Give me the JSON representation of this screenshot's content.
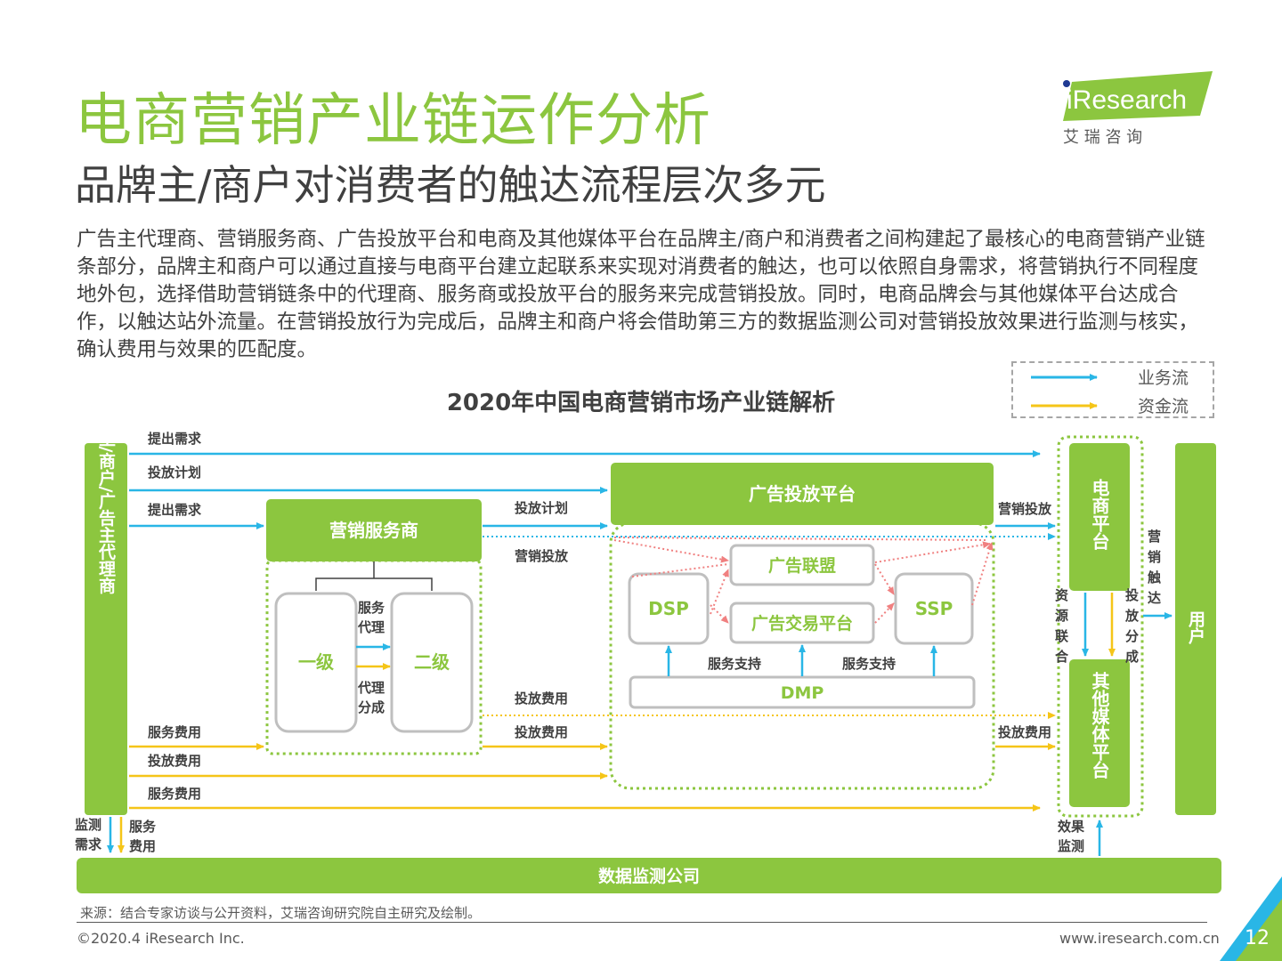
{
  "header": {
    "title": "电商营销产业链运作分析",
    "subtitle": "品牌主/商户对消费者的触达流程层次多元",
    "body": "广告主代理商、营销服务商、广告投放平台和电商及其他媒体平台在品牌主/商户和消费者之间构建起了最核心的电商营销产业链条部分，品牌主和商户可以通过直接与电商平台建立起联系来实现对消费者的触达，也可以依照自身需求，将营销执行不同程度地外包，选择借助营销链条中的代理商、服务商或投放平台的服务来完成营销投放。同时，电商品牌会与其他媒体平台达成合作，以触达站外流量。在营销投放行为完成后，品牌主和商户将会借助第三方的数据监测公司对营销投放效果进行监测与核实，确认费用与效果的匹配度。"
  },
  "logo": {
    "brand": "iResearch",
    "cn": "艾 瑞 咨 询"
  },
  "diagram": {
    "title": "2020年中国电商营销市场产业链解析",
    "legend": {
      "business_flow": "业务流",
      "fund_flow": "资金流"
    },
    "nodes": {
      "brand": "品牌主/商户/广告主代理商",
      "marketing_service": "营销服务商",
      "level1": "一级",
      "level2": "二级",
      "ad_platform": "广告投放平台",
      "dsp": "DSP",
      "ad_alliance": "广告联盟",
      "ad_exchange": "广告交易平台",
      "ssp": "SSP",
      "dmp": "DMP",
      "ecommerce": "电商平台",
      "other_media": "其他媒体平台",
      "users": "用户",
      "data_monitor": "数据监测公司"
    },
    "labels": {
      "demand1": "提出需求",
      "plan1": "投放计划",
      "demand2": "提出需求",
      "plan2": "投放计划",
      "mkt_delivery1": "营销投放",
      "mkt_delivery2": "营销投放",
      "service_agent": "服务代理",
      "agent_share": "代理分成",
      "service_support1": "服务支持",
      "service_support2": "服务支持",
      "fee_delivery1": "投放费用",
      "fee_delivery2": "投放费用",
      "fee_delivery3": "投放费用",
      "fee_delivery4": "投放费用",
      "fee_service1": "服务费用",
      "fee_service2": "服务费用",
      "marketing_reach": "营销触达",
      "resource_link": "资源联合",
      "delivery_share": "投放分成",
      "monitor_demand": "监测需求",
      "service_fee_bottom": "服务费用",
      "effect_monitor": "效果监测"
    }
  },
  "footer": {
    "source": "来源：结合专家访谈与公开资料，艾瑞咨询研究院自主研究及绘制。",
    "copyright": "©2020.4 iResearch Inc.",
    "website": "www.iresearch.com.cn",
    "page": "12"
  },
  "colors": {
    "green": "#8cc63f",
    "blue_flow": "#29b6e6",
    "yellow_flow": "#f5c518",
    "red_dotted": "#f08080"
  }
}
